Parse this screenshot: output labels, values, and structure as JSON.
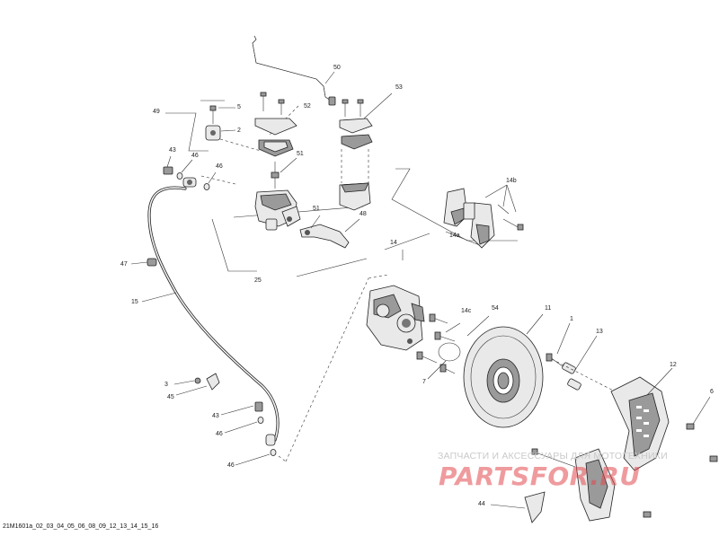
{
  "footer": {
    "drawing_id": "21M1601a_02_03_04_05_06_08_09_12_13_14_15_16"
  },
  "watermark": {
    "line1": "ЗАПЧАСТИ И АКСЕССУАРЫ ДЛЯ МОТОТЕХНИКИ",
    "line2": "PARTSFOR.RU",
    "color": "#e2484e"
  },
  "callouts": {
    "c50": "50",
    "c53": "53",
    "c49": "49",
    "c5": "5",
    "c52": "52",
    "c2": "2",
    "c43a": "43",
    "c46a": "46",
    "c46b": "46",
    "c51a": "51",
    "c51b": "51",
    "c48": "48",
    "c14b": "14b",
    "c14a": "14a",
    "c14": "14",
    "c47": "47",
    "c25": "25",
    "c15": "15",
    "c14c": "14c",
    "c54": "54",
    "c11": "11",
    "c1": "1",
    "c13": "13",
    "c12": "12",
    "c7": "7",
    "c3": "3",
    "c45": "45",
    "c43b": "43",
    "c46c": "46",
    "c46d": "46",
    "c6": "6",
    "c44": "44"
  }
}
